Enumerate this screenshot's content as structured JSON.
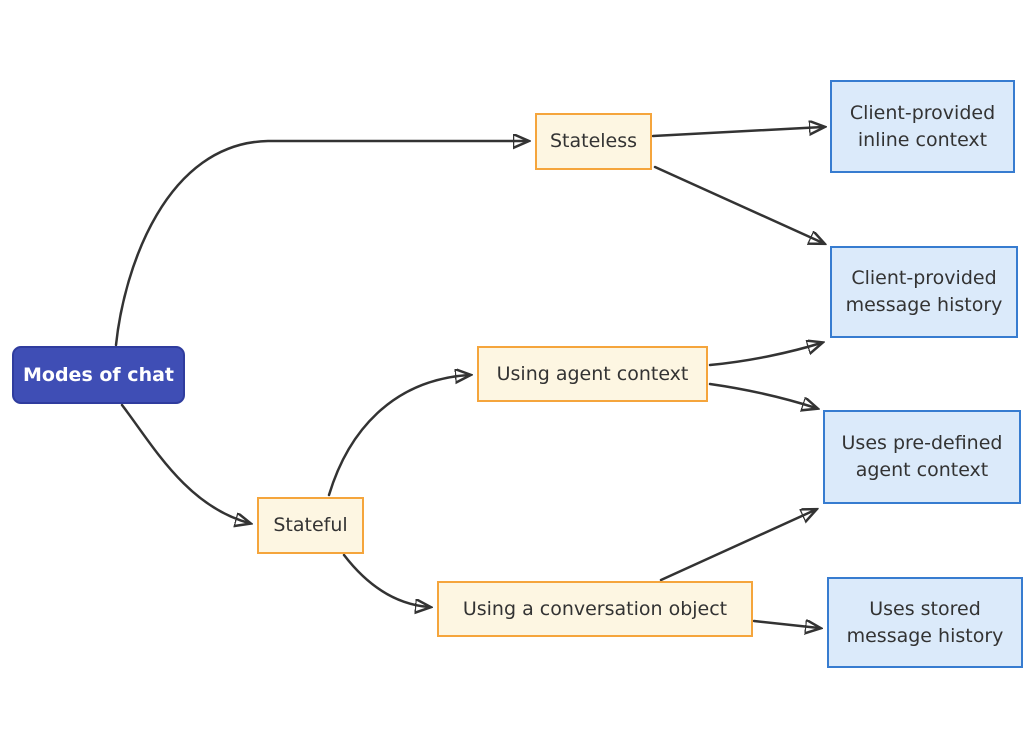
{
  "diagram": {
    "type": "flowchart",
    "direction": "left-to-right",
    "nodes": {
      "root": {
        "label": "Modes of chat"
      },
      "stateless": {
        "label": "Stateless"
      },
      "stateful": {
        "label": "Stateful"
      },
      "agent_context": {
        "label": "Using agent context"
      },
      "conversation_object": {
        "label": "Using a conversation object"
      },
      "inline_context": {
        "label": "Client-provided inline context",
        "lines": [
          "Client-provided",
          "inline context"
        ]
      },
      "message_history": {
        "label": "Client-provided message history",
        "lines": [
          "Client-provided",
          "message history"
        ]
      },
      "predefined_context": {
        "label": "Uses pre-defined agent context",
        "lines": [
          "Uses pre-defined",
          "agent context"
        ]
      },
      "stored_history": {
        "label": "Uses stored message history",
        "lines": [
          "Uses stored",
          "message history"
        ]
      }
    },
    "edges": [
      {
        "from": "Modes of chat",
        "to": "Stateless"
      },
      {
        "from": "Modes of chat",
        "to": "Stateful"
      },
      {
        "from": "Stateless",
        "to": "Client-provided inline context"
      },
      {
        "from": "Stateless",
        "to": "Client-provided message history"
      },
      {
        "from": "Using agent context",
        "to": "Client-provided message history"
      },
      {
        "from": "Using agent context",
        "to": "Uses pre-defined agent context"
      },
      {
        "from": "Stateful",
        "to": "Using agent context"
      },
      {
        "from": "Stateful",
        "to": "Using a conversation object"
      },
      {
        "from": "Using a conversation object",
        "to": "Uses pre-defined agent context"
      },
      {
        "from": "Using a conversation object",
        "to": "Uses stored message history"
      }
    ],
    "colors": {
      "background": "#ffffff",
      "root_fill": "#3f4eb5",
      "root_border": "#2f3c9e",
      "root_text": "#ffffff",
      "branch_fill": "#fdf6e2",
      "branch_border": "#f5a53c",
      "leaf_fill": "#dbeafa",
      "leaf_border": "#377cd0",
      "node_text": "#333333",
      "edge_color": "#333333"
    }
  }
}
